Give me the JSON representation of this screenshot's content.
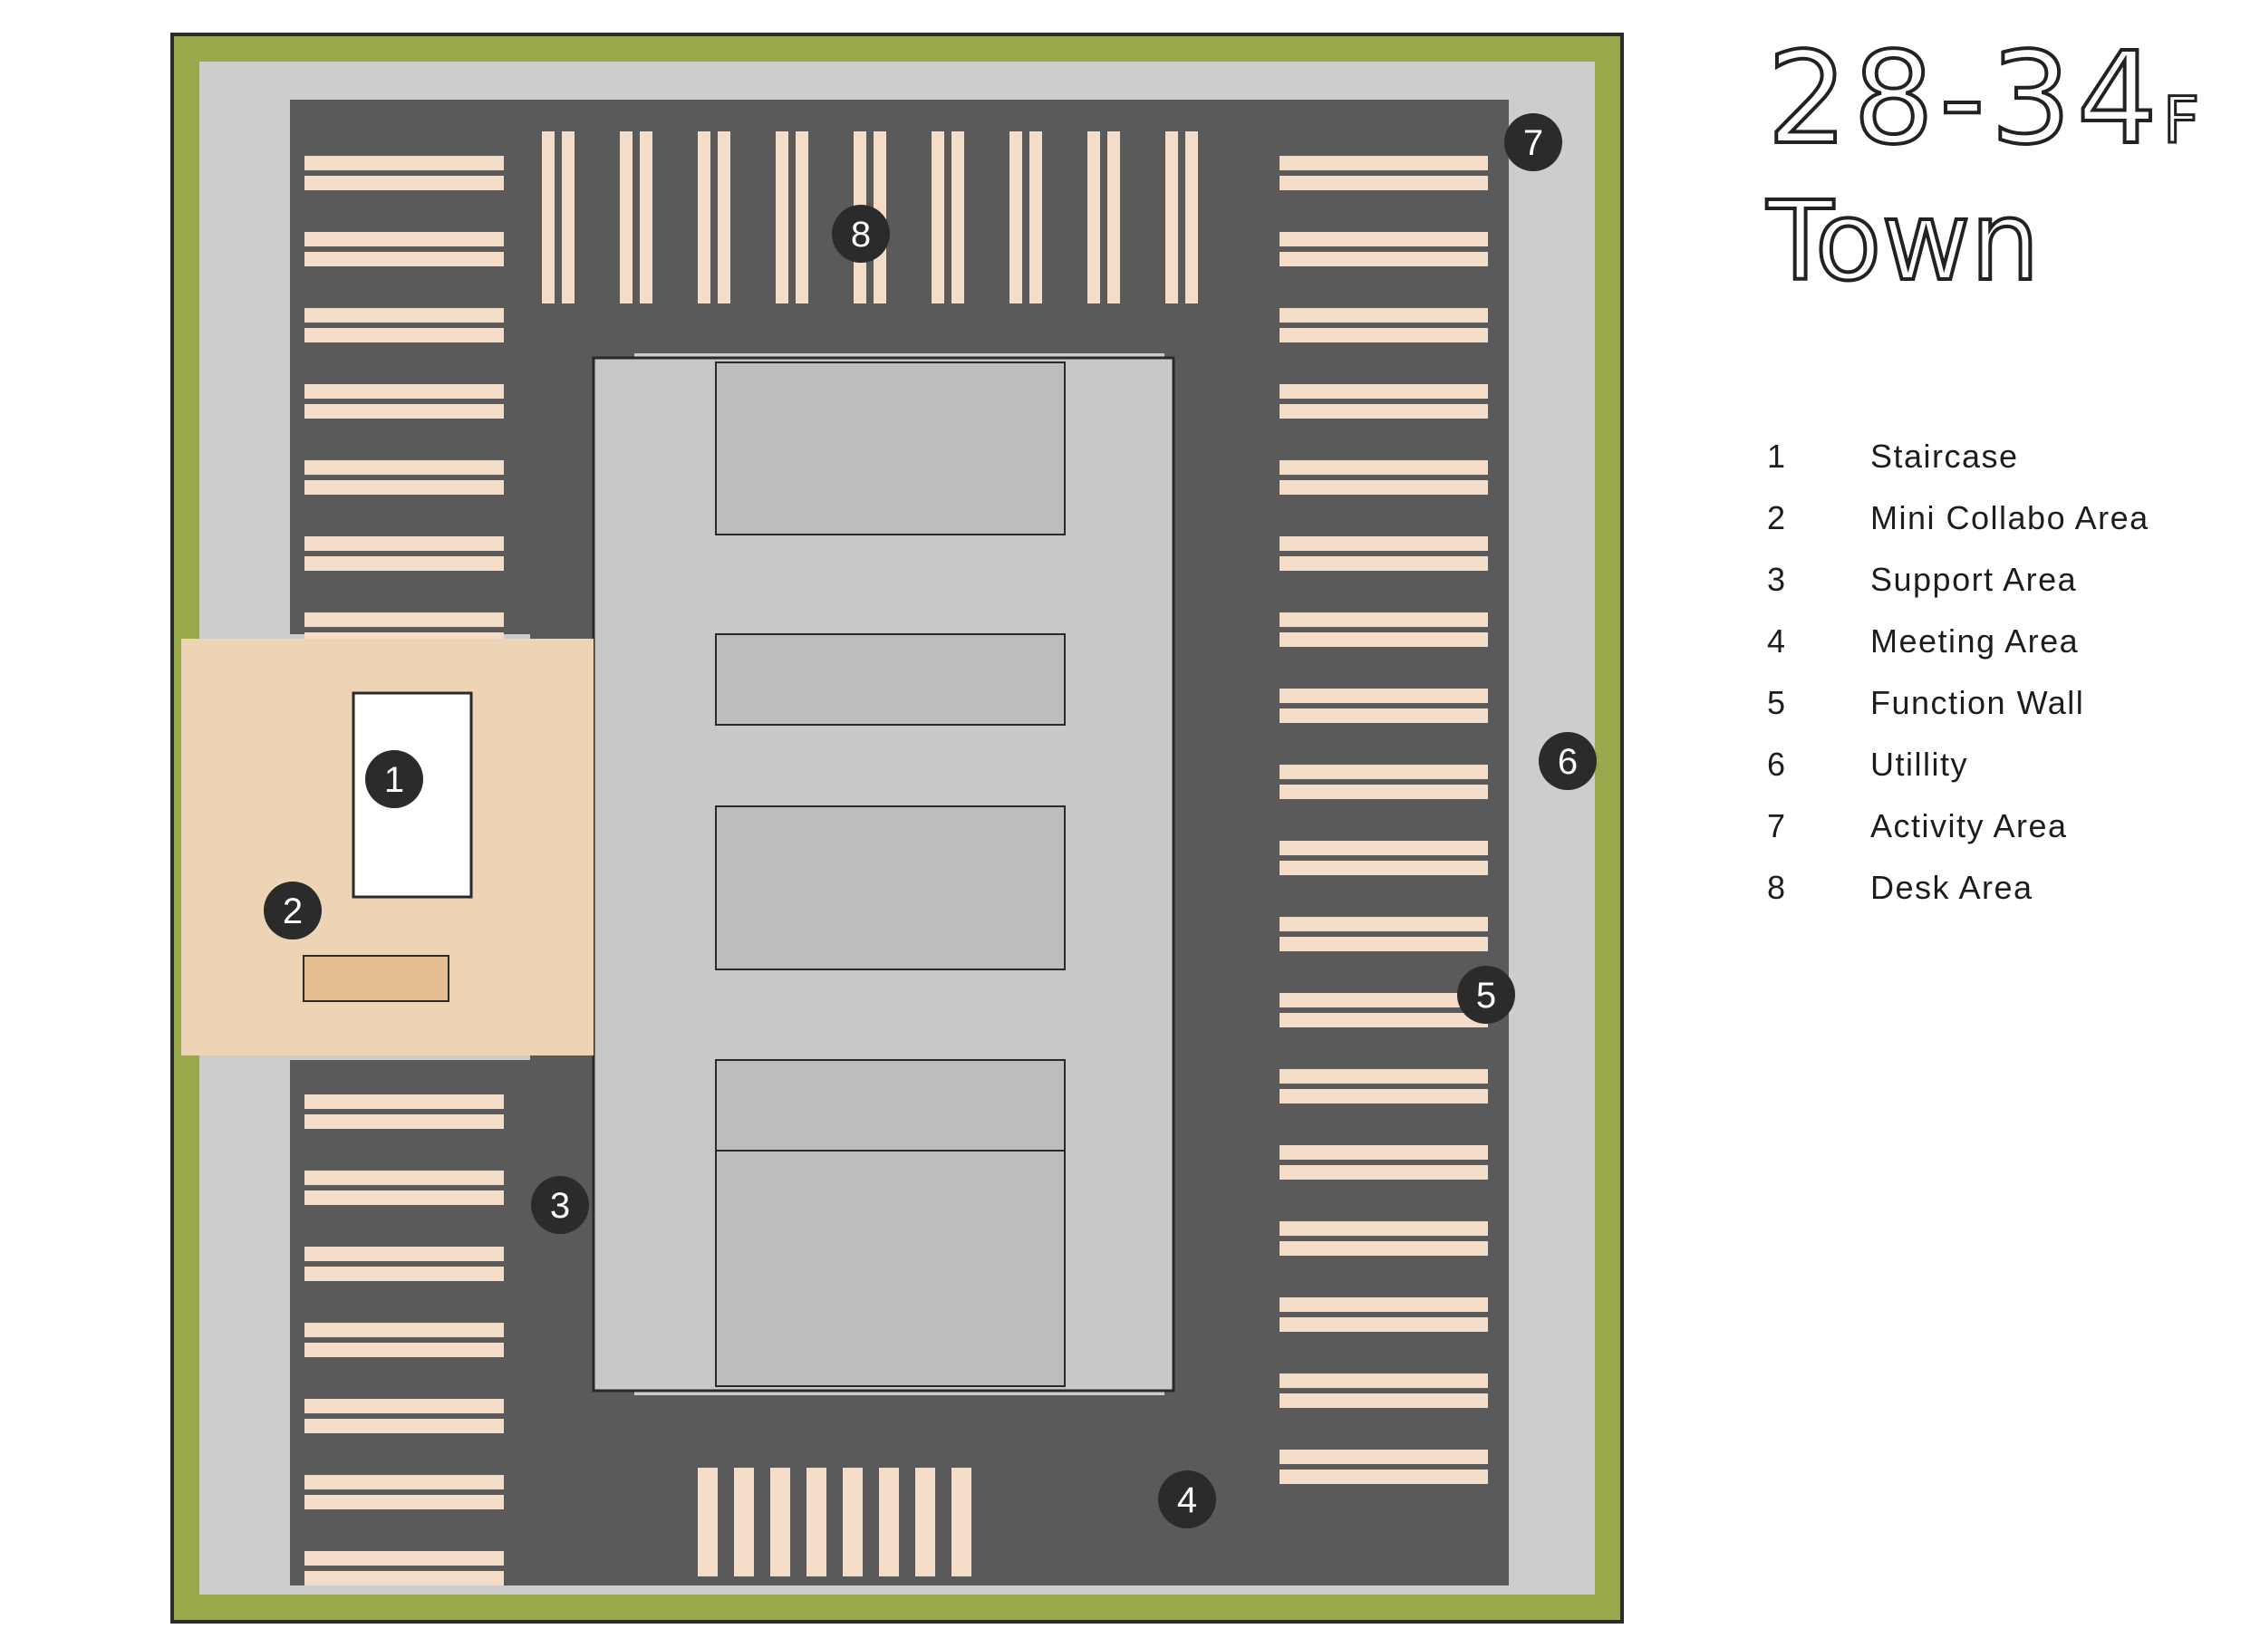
{
  "title": {
    "floors": "28-34",
    "floors_suffix": "F",
    "name": "Town"
  },
  "legend": [
    {
      "num": "1",
      "label": "Staircase"
    },
    {
      "num": "2",
      "label": "Mini Collabo Area"
    },
    {
      "num": "3",
      "label": "Support Area"
    },
    {
      "num": "4",
      "label": "Meeting Area"
    },
    {
      "num": "5",
      "label": "Function Wall"
    },
    {
      "num": "6",
      "label": "Utillity"
    },
    {
      "num": "7",
      "label": "Activity Area"
    },
    {
      "num": "8",
      "label": "Desk Area"
    }
  ],
  "markers": [
    "1",
    "2",
    "3",
    "4",
    "5",
    "6",
    "7",
    "8"
  ],
  "colors": {
    "planting": "#9aa84c",
    "circulation": "#cdcdcd",
    "desk_floor": "#5a5a5a",
    "desk": "#f3ddc9",
    "core": "#c8c8c8",
    "wood": "#ecd4b4",
    "marker": "#2b2b2b",
    "outline": "#2a2a2a"
  }
}
